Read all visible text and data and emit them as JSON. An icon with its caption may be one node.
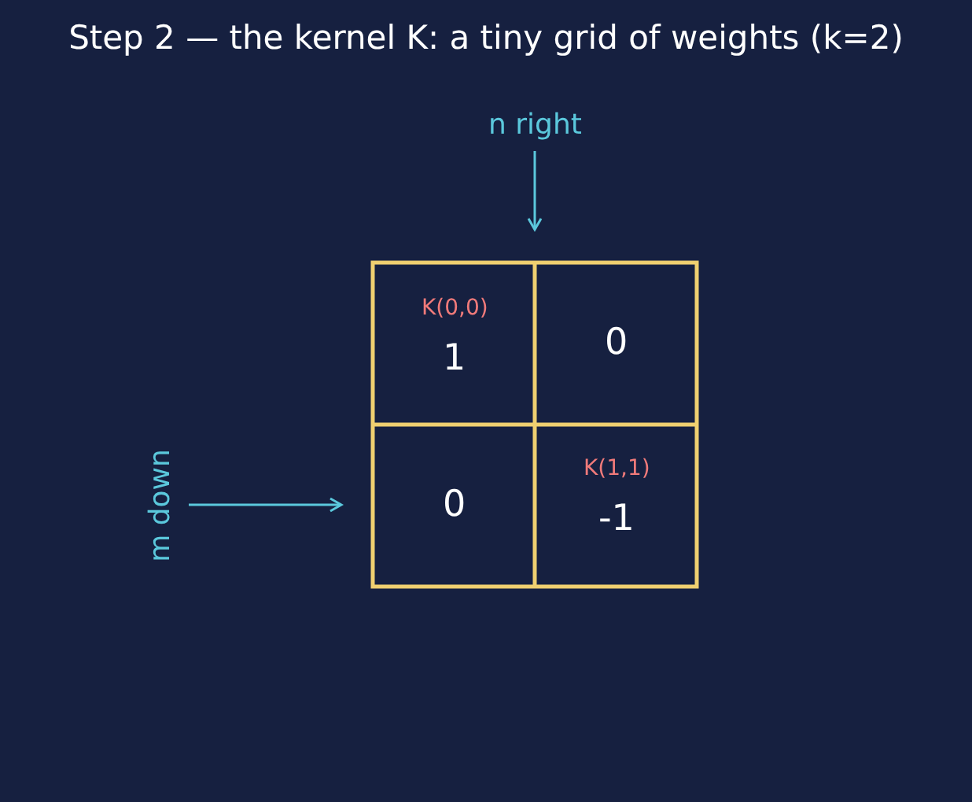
{
  "diagram": {
    "title": "Step 2 — the kernel K: a tiny grid of weights (k=2)",
    "labels": [
      "n right",
      "K(0,0)",
      "1",
      "0",
      "m down",
      "0",
      "K(1,1)",
      "-1"
    ]
  }
}
